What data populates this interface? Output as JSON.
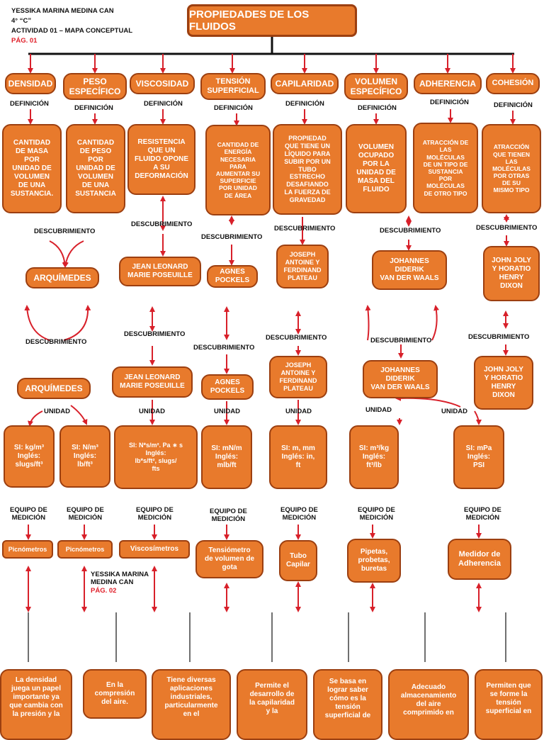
{
  "header": {
    "author": "YESSIKA MARINA MEDINA CAN",
    "group": "4° “C”",
    "activity": "ACTIVIDAD 01 – MAPA CONCEPTUAL",
    "page1": "PÁG. 01",
    "author2": "YESSIKA MARINA\nMEDINA CAN",
    "page2": "PÁG. 02"
  },
  "title": "PROPIEDADES DE LOS FLUIDOS",
  "properties": [
    "DENSIDAD",
    "PESO\nESPECÍFICO",
    "VISCOSIDAD",
    "TENSIÓN\nSUPERFICIAL",
    "CAPILARIDAD",
    "VOLUMEN\nESPECÍFICO",
    "ADHERENCIA",
    "COHESIÓN"
  ],
  "labels": {
    "definicion": "DEFINICIÓN",
    "descubrimiento": "DESCUBRIMIENTO",
    "unidad": "UNIDAD",
    "equipo": "EQUIPO DE\nMEDICIÓN"
  },
  "definitions": [
    "CANTIDAD\nDE MASA\nPOR\nUNIDAD DE\nVOLUMEN\nDE UNA\nSUSTANCIA.",
    "CANTIDAD\nDE PESO\nPOR\nUNIDAD DE\nVOLUMEN\nDE UNA\nSUSTANCIA",
    "RESISTENCIA\nQUE UN\nFLUIDO OPONE\nA SU\nDEFORMACIÓN",
    "CANTIDAD DE\nENERGÍA\nNECESARIA\nPARA\nAUMENTAR SU\nSUPERFICIE\nPOR UNIDAD\nDE ÁREA",
    "PROPIEDAD\nQUE TIENE UN\nLÍQUIDO PARA\nSUBIR POR UN\nTUBO\nESTRECHO\nDESAFIANDO\nLA FUERZA DE\nGRAVEDAD",
    "VOLUMEN\nOCUPADO\nPOR LA\nUNIDAD DE\nMASA DEL\nFLUIDO",
    "ATRACCIÓN DE\nLAS\nMOLÉCULAS\nDE UN TIPO DE\nSUSTANCIA\nPOR\nMOLÉCULAS\nDE OTRO TIPO",
    "ATRACCIÓN\nQUE TIENEN\nLAS\nMOLÉCULAS\nPOR OTRAS\nDE SU\nMISMO TIPO"
  ],
  "discoverers": [
    "ARQUÍMEDES",
    "JEAN LEONARD\nMARIE POSEUILLE",
    "AGNES\nPOCKELS",
    "JOSEPH\nANTOINE Y\nFERDINAND\nPLATEAU",
    "JOHANNES\nDIDERIK\nVAN DER WAALS",
    "JOHN JOLY\nY HORATIO\nHENRY\nDIXON"
  ],
  "units": [
    "SI: kg/m³\nInglés:\nslugs/ft³",
    "SI: N/m³\nInglés:\nlb/ft³",
    "SI: N*s/m². Pa ∗ s\nInglés:\nlb*s/ft², slugs/\nfts",
    "SI: mN/m\nInglés:\nmlb/ft",
    "SI: m, mm\nInglés: in,\nft",
    "SI: m³/kg\nInglés:\nft³/lb",
    "SI: mPa\nInglés:\nPSI"
  ],
  "instruments": [
    "Picnómetros",
    "Picnómetros",
    "Viscosímetros",
    "Tensiómetro\nde volumen de\ngota",
    "Tubo\nCapilar",
    "Pipetas,\nprobetas,\nburetas",
    "Medidor de\nAdherencia"
  ],
  "applications": [
    "La densidad\njuega un papel\nimportante ya\nque cambia con\nla presión y la",
    "En la\ncompresión\ndel aire.",
    "Tiene diversas\naplicaciones\nindustriales,\nparticularmente\nen el",
    "Permite el\ndesarrollo de\nla capilaridad\ny la",
    "Se basa en\nlograr saber\ncómo es la\ntensión\nsuperficial de",
    "Adecuado\nalmacenamiento\ndel aire\ncomprimido en",
    "Permiten que\nse forme la\ntensión\nsuperficial en"
  ],
  "colors": {
    "box_fill": "#e87a2c",
    "box_border": "#9c3f10",
    "arrow": "#d8202a",
    "connector": "#111111"
  }
}
